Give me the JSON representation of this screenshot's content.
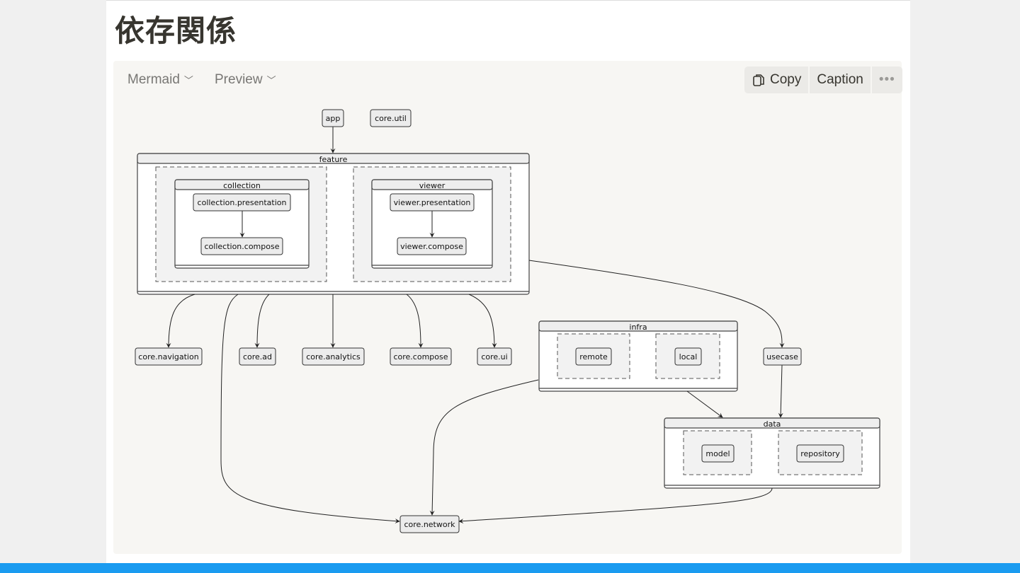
{
  "page": {
    "title": "依存関係"
  },
  "code_block": {
    "language": "Mermaid",
    "view_mode": "Preview",
    "copy_label": "Copy",
    "caption_label": "Caption",
    "more_label": "•••"
  },
  "diagram": {
    "clusters": {
      "feature": "feature",
      "collection": "collection",
      "viewer": "viewer",
      "infra": "infra",
      "data": "data"
    },
    "nodes": {
      "app": "app",
      "core_util": "core.util",
      "collection_presentation": "collection.presentation",
      "collection_compose": "collection.compose",
      "viewer_presentation": "viewer.presentation",
      "viewer_compose": "viewer.compose",
      "core_navigation": "core.navigation",
      "core_ad": "core.ad",
      "core_analytics": "core.analytics",
      "core_compose": "core.compose",
      "core_ui": "core.ui",
      "remote": "remote",
      "local": "local",
      "usecase": "usecase",
      "model": "model",
      "repository": "repository",
      "core_network": "core.network"
    },
    "edges": [
      [
        "app",
        "feature"
      ],
      [
        "collection.presentation",
        "collection.compose"
      ],
      [
        "viewer.presentation",
        "viewer.compose"
      ],
      [
        "feature",
        "core.navigation"
      ],
      [
        "feature",
        "core.ad"
      ],
      [
        "feature",
        "core.analytics"
      ],
      [
        "feature",
        "core.compose"
      ],
      [
        "feature",
        "core.ui"
      ],
      [
        "feature",
        "usecase"
      ],
      [
        "feature",
        "core.network"
      ],
      [
        "infra",
        "core.network"
      ],
      [
        "infra",
        "data"
      ],
      [
        "usecase",
        "data"
      ],
      [
        "data",
        "core.network"
      ]
    ]
  },
  "colors": {
    "accent_bar": "#1a9bf0",
    "block_bg": "#f7f6f3",
    "node_fill": "#ececec"
  }
}
